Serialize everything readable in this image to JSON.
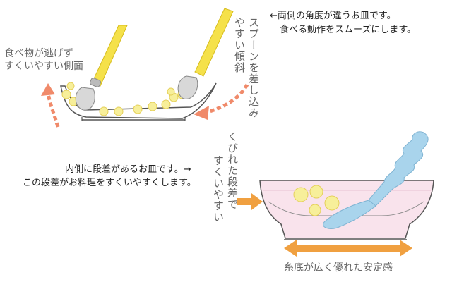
{
  "top": {
    "note_line1": "←両側の角度が違うお皿です。",
    "note_line2": "食べる動作をスムーズにします。",
    "left_label_line1": "食べ物が逃げず",
    "left_label_line2": "すくいやすい側面",
    "right_label_col1": "スプーンを差し込み",
    "right_label_col2": "やすい傾斜"
  },
  "bottom": {
    "note_line1": "内側に段差があるお皿です。→",
    "note_line2": "この段差がお料理をすくいやすくします。",
    "side_label_col1": "くびれた段差で",
    "side_label_col2": "すくいやすい",
    "base_label": "糸底が広く優れた安定感"
  },
  "colors": {
    "accent_orange": "#f0a040",
    "arrow_salmon": "#f08a6a",
    "spoon_yellow": "#f5e14a",
    "spoon_blue": "#a9d4ec",
    "food_yellow": "#f7ef9a",
    "bowl_pink": "#f9e3ec"
  }
}
